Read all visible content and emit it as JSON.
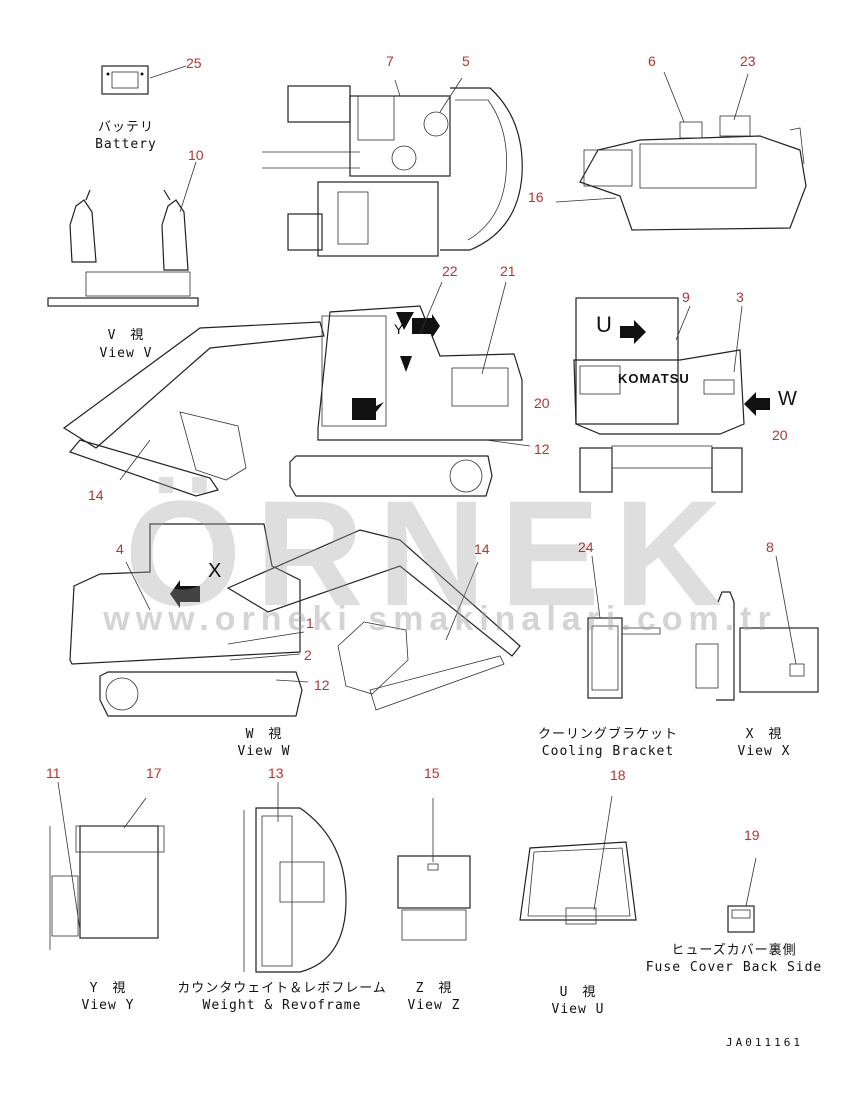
{
  "callouts": [
    "25",
    "7",
    "5",
    "6",
    "23",
    "10",
    "16",
    "22",
    "21",
    "9",
    "3",
    "20",
    "20",
    "12",
    "14",
    "4",
    "14",
    "24",
    "8",
    "1",
    "2",
    "12",
    "11",
    "17",
    "13",
    "15",
    "18",
    "19"
  ],
  "captions": {
    "battery_jp": "バッテリ",
    "battery_en": "Battery",
    "view_v_jp": "V　視",
    "view_v_en": "View V",
    "view_w_jp": "W　視",
    "view_w_en": "View W",
    "cooling_jp": "クーリングブラケット",
    "cooling_en": "Cooling Bracket",
    "view_x_jp": "X　視",
    "view_x_en": "View X",
    "fuse_jp": "ヒューズカバー裏側",
    "fuse_en": "Fuse Cover Back Side",
    "view_y_jp": "Y　視",
    "view_y_en": "View Y",
    "weight_jp": "カウンタウェイト＆レボフレーム",
    "weight_en": "Weight & Revoframe",
    "view_z_jp": "Z　視",
    "view_z_en": "View Z",
    "view_u_jp": "U　視",
    "view_u_en": "View U"
  },
  "view_letters": {
    "y": "Y",
    "w": "W",
    "u": "U",
    "x": "X"
  },
  "brand": "KOMATSU",
  "watermark": {
    "main": "ÖRNEK",
    "sub": "www.orneki smakinalari.com.tr"
  },
  "drawing_code": "JA011161",
  "colors": {
    "callout": "#c0302a",
    "line": "#222222",
    "watermark": "#a0a0a0"
  }
}
